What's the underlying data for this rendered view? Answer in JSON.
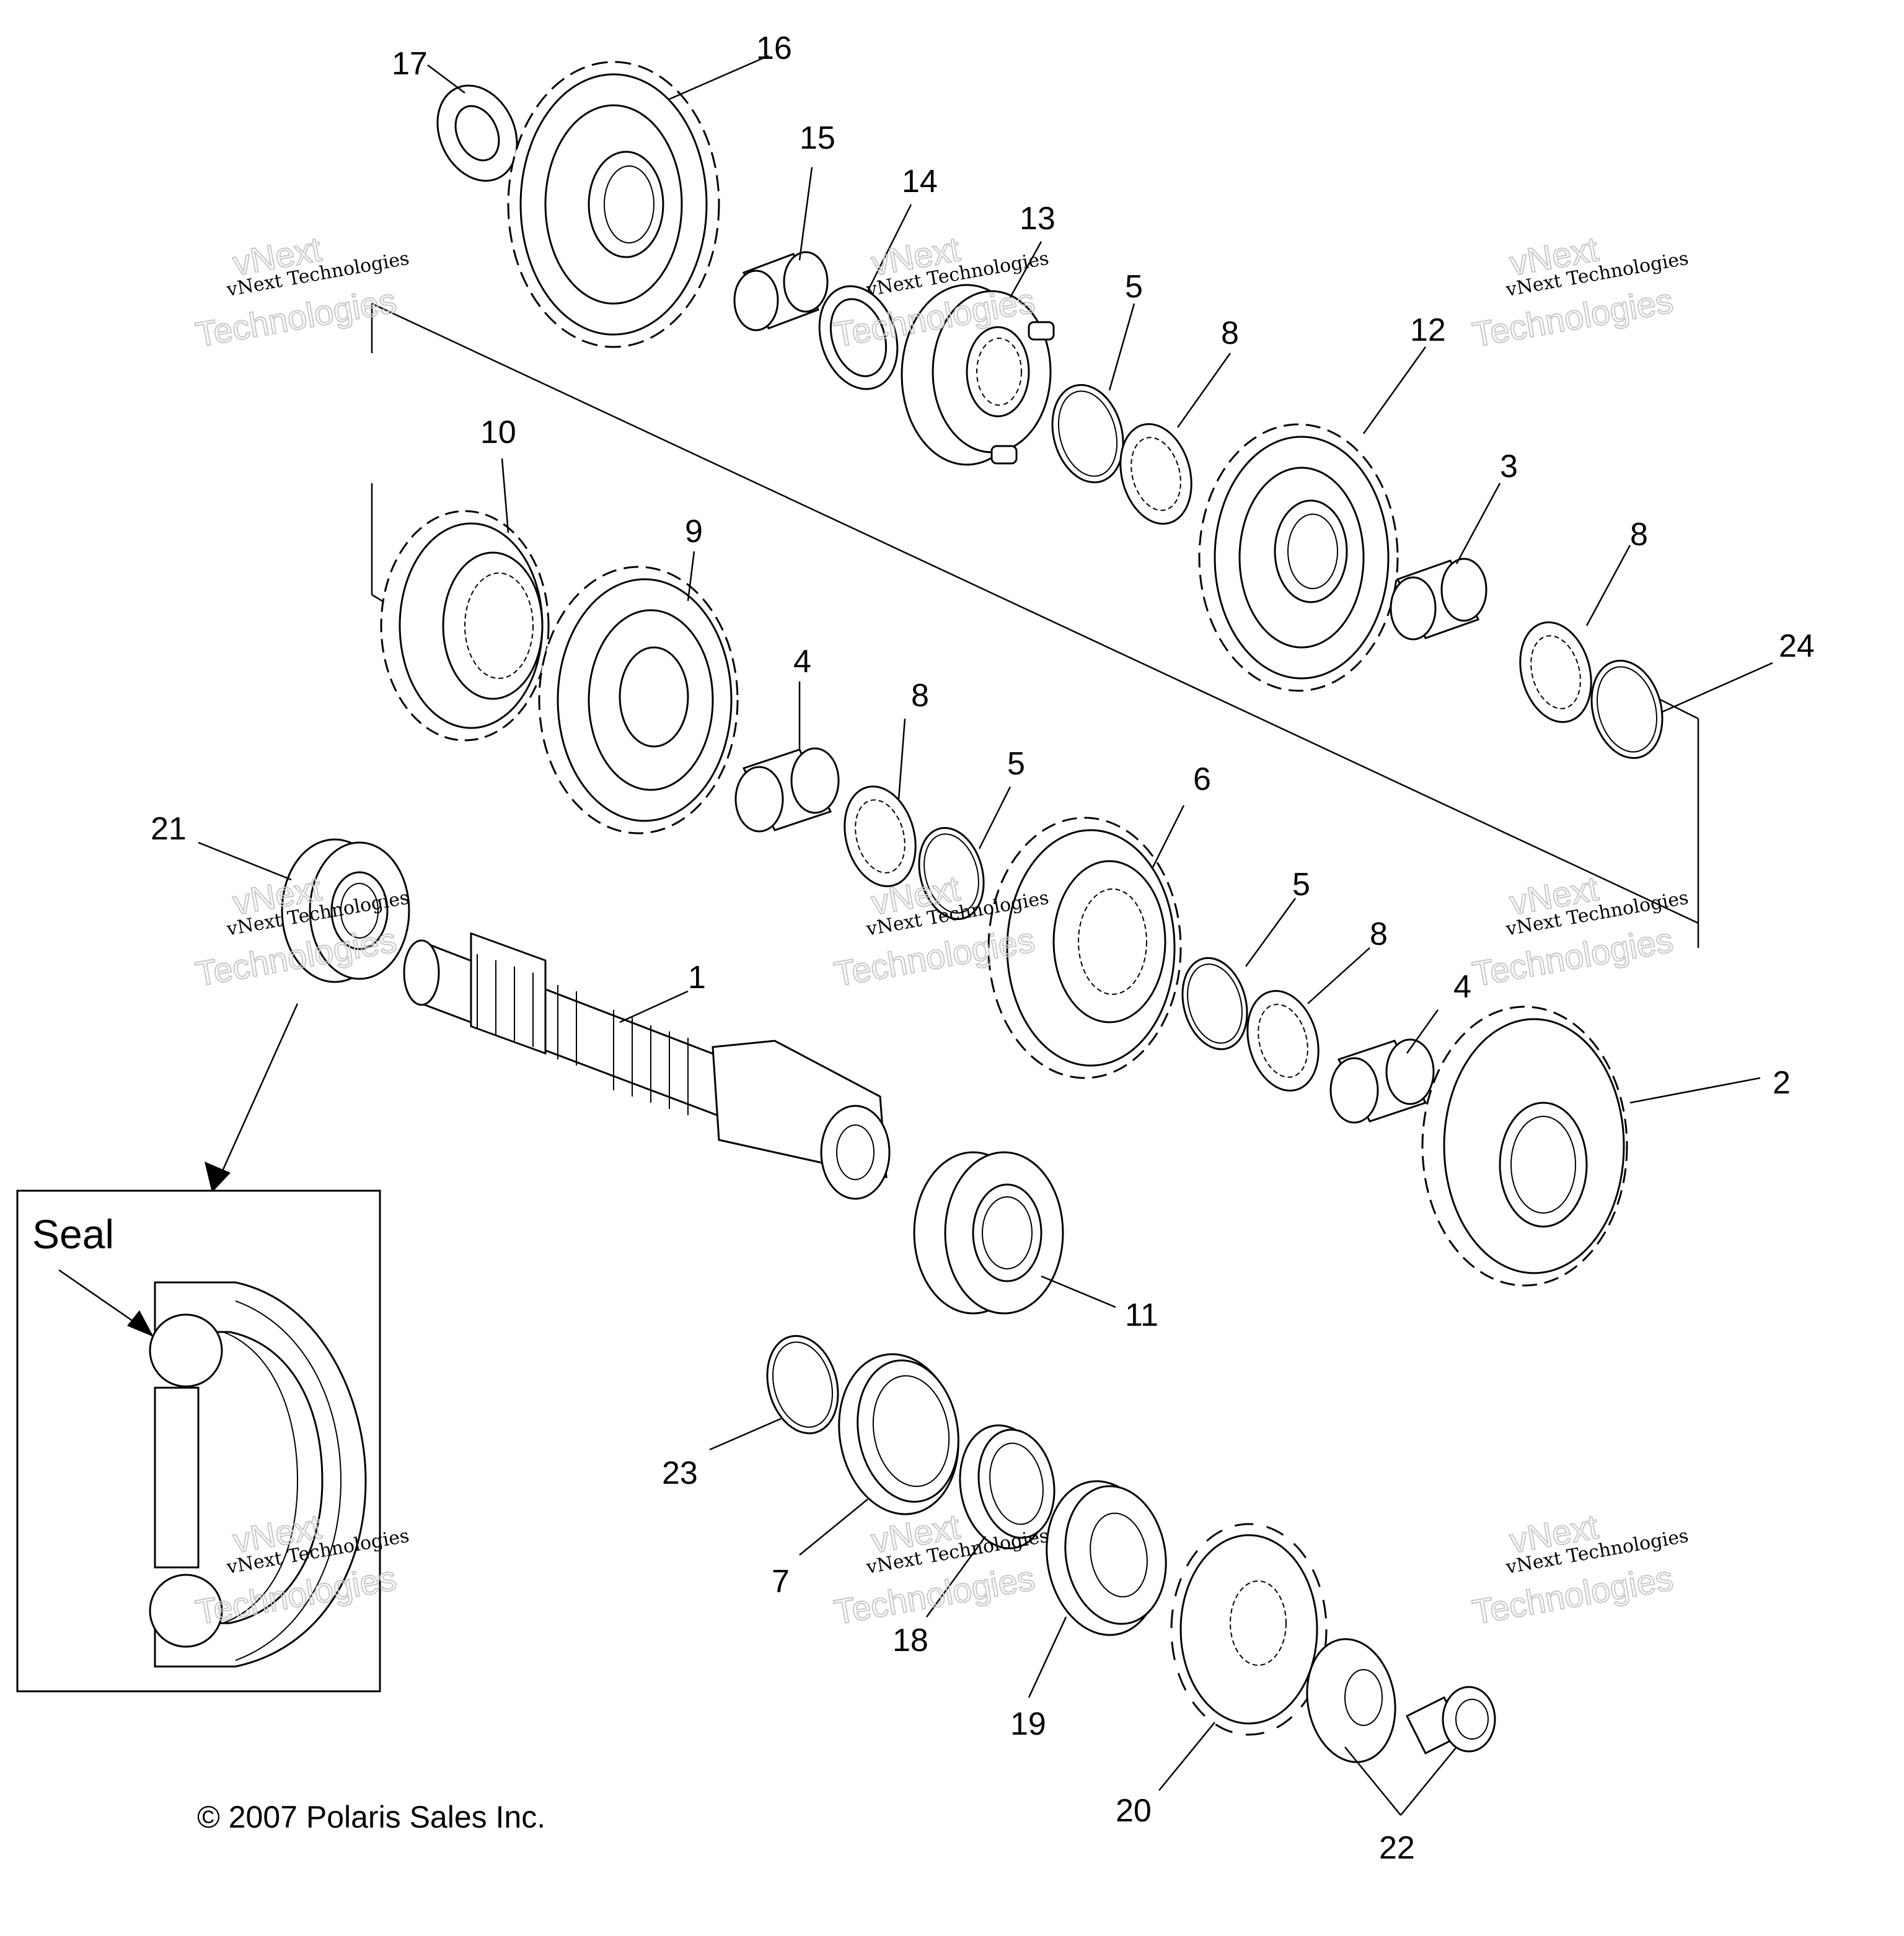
{
  "callouts": [
    {
      "id": "c17",
      "text": "17"
    },
    {
      "id": "c16",
      "text": "16"
    },
    {
      "id": "c15",
      "text": "15"
    },
    {
      "id": "c14",
      "text": "14"
    },
    {
      "id": "c13",
      "text": "13"
    },
    {
      "id": "c5a",
      "text": "5"
    },
    {
      "id": "c8a",
      "text": "8"
    },
    {
      "id": "c12",
      "text": "12"
    },
    {
      "id": "c3",
      "text": "3"
    },
    {
      "id": "c8b",
      "text": "8"
    },
    {
      "id": "c24",
      "text": "24"
    },
    {
      "id": "c10",
      "text": "10"
    },
    {
      "id": "c9",
      "text": "9"
    },
    {
      "id": "c4a",
      "text": "4"
    },
    {
      "id": "c8c",
      "text": "8"
    },
    {
      "id": "c5b",
      "text": "5"
    },
    {
      "id": "c6",
      "text": "6"
    },
    {
      "id": "c21",
      "text": "21"
    },
    {
      "id": "c5c",
      "text": "5"
    },
    {
      "id": "c8d",
      "text": "8"
    },
    {
      "id": "c4b",
      "text": "4"
    },
    {
      "id": "c1",
      "text": "1"
    },
    {
      "id": "c2",
      "text": "2"
    },
    {
      "id": "c11",
      "text": "11"
    },
    {
      "id": "c23",
      "text": "23"
    },
    {
      "id": "c7",
      "text": "7"
    },
    {
      "id": "c18",
      "text": "18"
    },
    {
      "id": "c19",
      "text": "19"
    },
    {
      "id": "c20",
      "text": "20"
    },
    {
      "id": "c22",
      "text": "22"
    }
  ],
  "inset": {
    "label": "Seal"
  },
  "copyright": "© 2007 Polaris Sales Inc.",
  "watermark": {
    "line1": "vNext Technologies",
    "line2": "vNext",
    "line3": "Technologies"
  }
}
